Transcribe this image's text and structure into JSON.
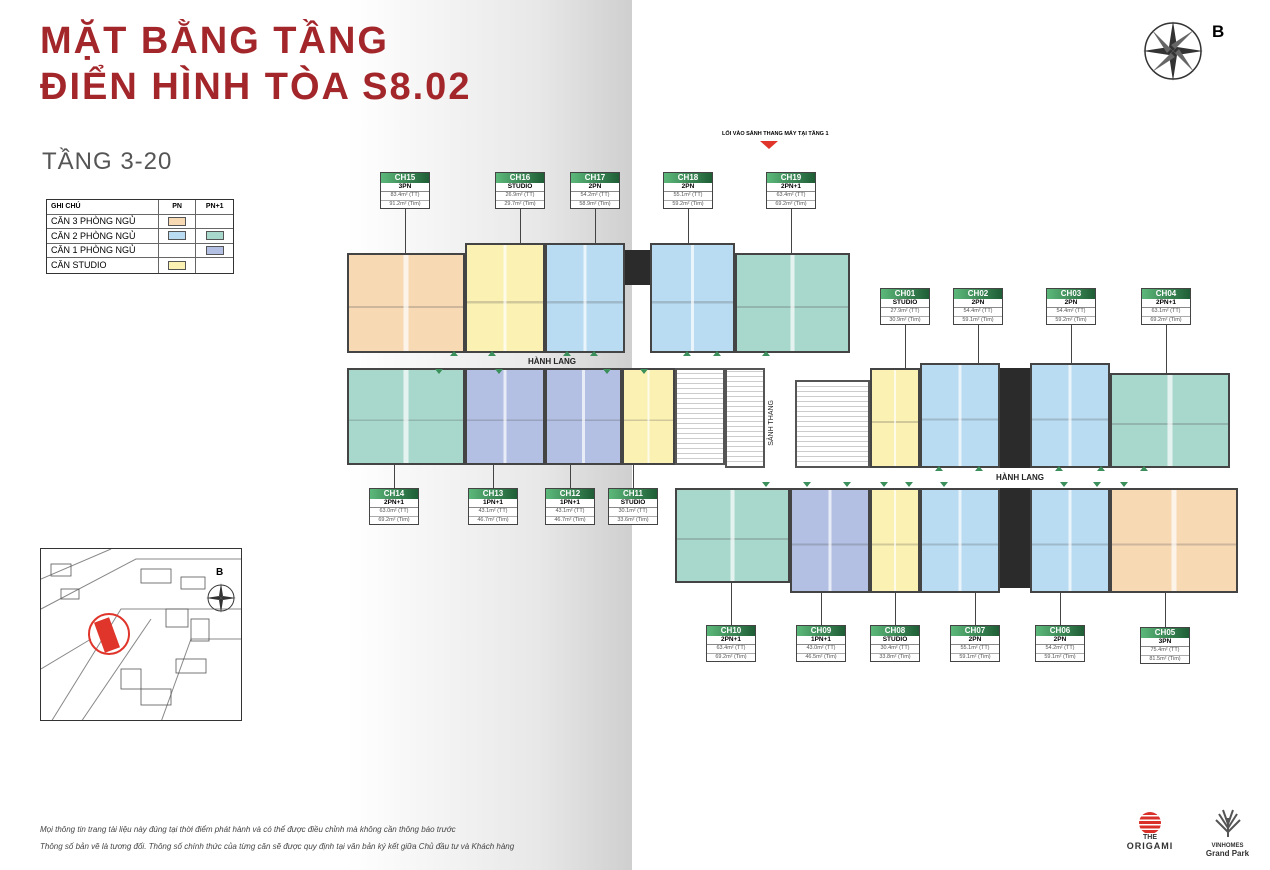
{
  "title": {
    "line1": "MẶT BẰNG TẦNG",
    "line2": "ĐIỂN HÌNH TÒA S8.02"
  },
  "floor_label": "TẦNG 3-20",
  "compass_letter": "B",
  "entrance_note": "LỐI VÀO SẢNH THANG MÁY TẠI TẦNG 1",
  "corridor_label": "HÀNH LANG",
  "lobby_label": "SẢNH THANG",
  "legend": {
    "header": [
      "GHI CHÚ",
      "PN",
      "PN+1"
    ],
    "rows": [
      {
        "label": "CĂN 3 PHÒNG NGỦ",
        "pn": "#f7d9b4",
        "pn1": null
      },
      {
        "label": "CĂN 2 PHÒNG NGỦ",
        "pn": "#b9dcf3",
        "pn1": "#a8d8cc"
      },
      {
        "label": "CĂN 1 PHÒNG NGỦ",
        "pn": null,
        "pn1": "#b3bfe3"
      },
      {
        "label": "CĂN STUDIO",
        "pn": "#fbf1b3",
        "pn1": null
      }
    ]
  },
  "units": [
    {
      "code": "CH15",
      "type": "3PN",
      "tt": "83.4m² (TT)",
      "tim": "91.2m² (Tim)"
    },
    {
      "code": "CH16",
      "type": "STUDIO",
      "tt": "26.9m² (TT)",
      "tim": "29.7m² (Tim)"
    },
    {
      "code": "CH17",
      "type": "2PN",
      "tt": "54.2m² (TT)",
      "tim": "58.9m² (Tim)"
    },
    {
      "code": "CH18",
      "type": "2PN",
      "tt": "55.1m² (TT)",
      "tim": "59.2m² (Tim)"
    },
    {
      "code": "CH19",
      "type": "2PN+1",
      "tt": "63.4m² (TT)",
      "tim": "69.2m² (Tim)"
    },
    {
      "code": "CH01",
      "type": "STUDIO",
      "tt": "27.9m² (TT)",
      "tim": "30.9m² (Tim)"
    },
    {
      "code": "CH02",
      "type": "2PN",
      "tt": "54.4m² (TT)",
      "tim": "59.1m² (Tim)"
    },
    {
      "code": "CH03",
      "type": "2PN",
      "tt": "54.4m² (TT)",
      "tim": "59.2m² (Tim)"
    },
    {
      "code": "CH04",
      "type": "2PN+1",
      "tt": "63.1m² (TT)",
      "tim": "69.2m² (Tim)"
    },
    {
      "code": "CH14",
      "type": "2PN+1",
      "tt": "63.0m² (TT)",
      "tim": "69.2m² (Tim)"
    },
    {
      "code": "CH13",
      "type": "1PN+1",
      "tt": "43.1m² (TT)",
      "tim": "46.7m² (Tim)"
    },
    {
      "code": "CH12",
      "type": "1PN+1",
      "tt": "43.1m² (TT)",
      "tim": "46.7m² (Tim)"
    },
    {
      "code": "CH11",
      "type": "STUDIO",
      "tt": "30.1m² (TT)",
      "tim": "33.6m² (Tim)"
    },
    {
      "code": "CH10",
      "type": "2PN+1",
      "tt": "63.4m² (TT)",
      "tim": "69.2m² (Tim)"
    },
    {
      "code": "CH09",
      "type": "1PN+1",
      "tt": "43.0m² (TT)",
      "tim": "46.5m² (Tim)"
    },
    {
      "code": "CH08",
      "type": "STUDIO",
      "tt": "30.4m² (TT)",
      "tim": "33.8m² (Tim)"
    },
    {
      "code": "CH07",
      "type": "2PN",
      "tt": "55.1m² (TT)",
      "tim": "59.1m² (Tim)"
    },
    {
      "code": "CH06",
      "type": "2PN",
      "tt": "54.2m² (TT)",
      "tim": "59.1m² (Tim)"
    },
    {
      "code": "CH05",
      "type": "3PN",
      "tt": "75.4m² (TT)",
      "tim": "81.5m² (Tim)"
    }
  ],
  "footer": [
    "Mọi thông tin trang tài liệu này đúng tại thời điểm phát hành và có thể được điều chỉnh mà không cần thông báo trước",
    "Thông số bản vẽ là tương đối. Thông số chính thức của từng căn sẽ được quy định tại văn bản ký kết giữa Chủ đầu tư và Khách hàng"
  ],
  "logos": {
    "origami": [
      "THE",
      "ORIGAMI"
    ],
    "vinhomes": [
      "VINHOMES",
      "Grand Park"
    ]
  }
}
